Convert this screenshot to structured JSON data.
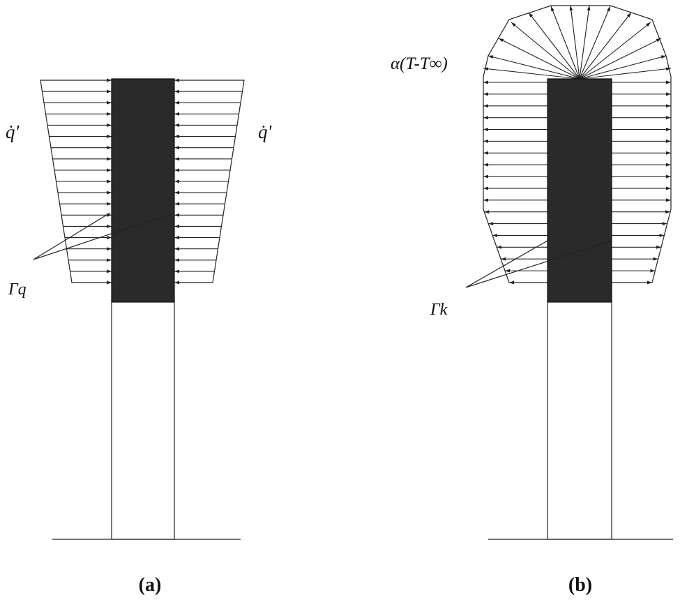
{
  "panel_a": {
    "flux_left_label": "q̇'",
    "flux_right_label": "q̇'",
    "boundary_label": "Γq",
    "caption": "(a)"
  },
  "panel_b": {
    "convection_label": "α(T-T∞)",
    "boundary_label": "Γk",
    "caption": "(b)"
  },
  "colors": {
    "line": "#222222",
    "specimen_fill": "#2a2a2a",
    "background": "#ffffff"
  }
}
